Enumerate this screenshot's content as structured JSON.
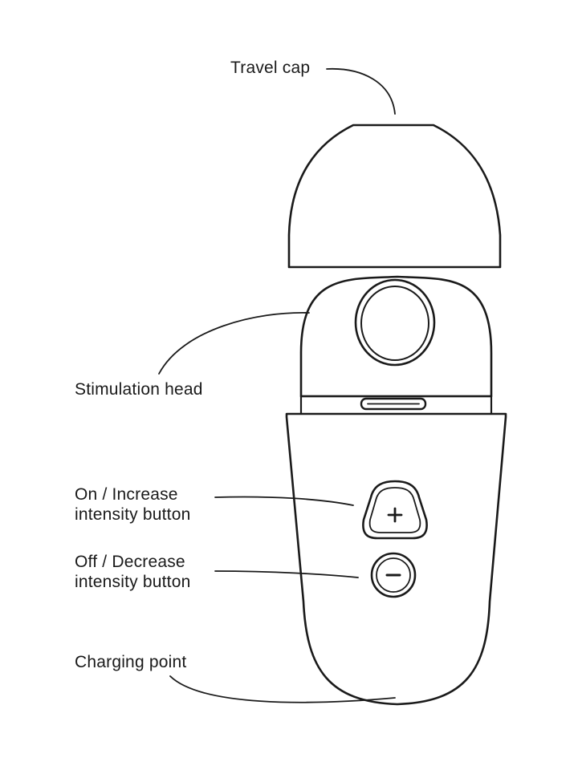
{
  "colors": {
    "stroke": "#1a1a1a",
    "background": "#ffffff"
  },
  "labels": {
    "travel_cap": "Travel cap",
    "stimulation_head": "Stimulation head",
    "on_button": [
      "On / Increase",
      "intensity button"
    ],
    "off_button": [
      "Off / Decrease",
      "intensity button"
    ],
    "charging_point": "Charging point"
  },
  "icons": {
    "plus": "plus-icon",
    "minus": "minus-icon"
  }
}
